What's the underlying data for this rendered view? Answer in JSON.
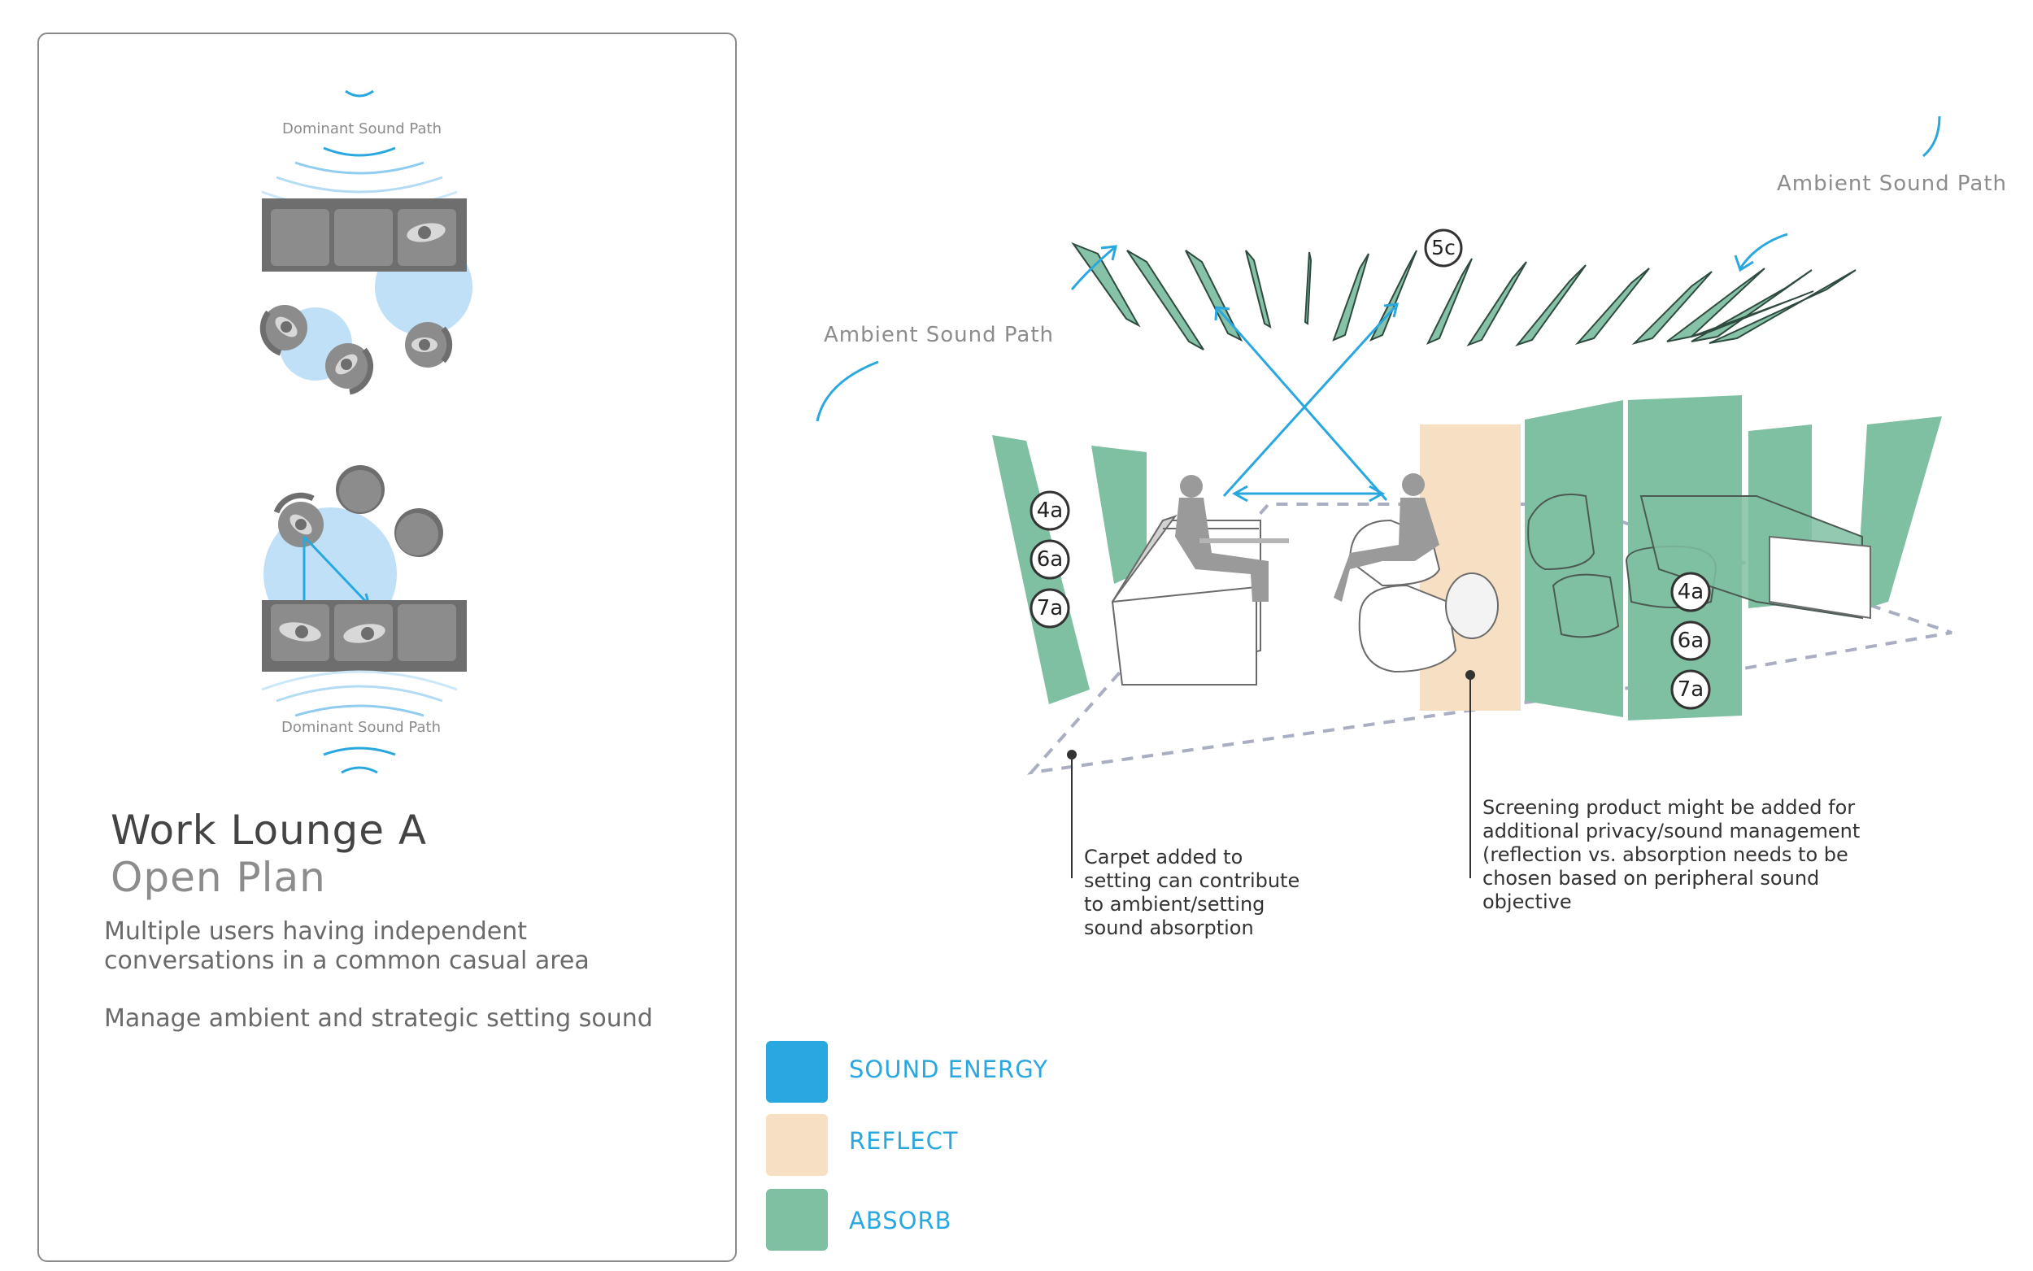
{
  "card": {
    "title": "Work Lounge A",
    "subtitle": "Open Plan",
    "description_1": "Multiple users having independent conversations in a common casual  area",
    "description_2": "Manage ambient and strategic setting sound",
    "top_plan_label": "Dominant Sound Path",
    "bottom_plan_label": "Dominant Sound Path"
  },
  "diagram": {
    "ambient_left_label": "Ambient Sound Path",
    "ambient_right_label": "Ambient Sound Path",
    "tag_ceiling": "5c",
    "tags_left": [
      "4a",
      "6a",
      "7a"
    ],
    "tags_right": [
      "4a",
      "6a",
      "7a"
    ],
    "note_carpet": "Carpet added to setting can contribute to ambient/setting sound absorption",
    "note_screen": "Screening product might be added for additional privacy/sound management (reflection vs. absorption needs to be chosen based on peripheral sound objective"
  },
  "legend": {
    "items": [
      {
        "label": "SOUND ENERGY",
        "color": "#29a8e0"
      },
      {
        "label": "REFLECT",
        "color": "#f7dfc3"
      },
      {
        "label": "ABSORB",
        "color": "#7fbfa2"
      }
    ]
  },
  "colors": {
    "sound": "#29a8e0",
    "reflect": "#f7dfc3",
    "absorb": "#7fbfa2",
    "furniture": "#6e6e6e",
    "bubble": "#bfe0f7"
  }
}
